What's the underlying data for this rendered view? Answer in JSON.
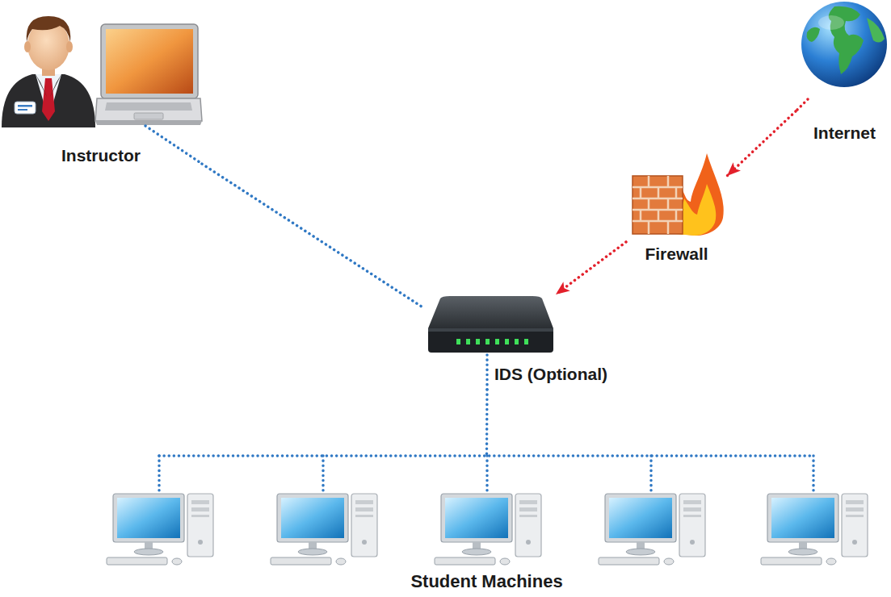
{
  "diagram": {
    "nodes": [
      {
        "text": [
          "Instructor"
        ]
      },
      {
        "text": [
          "Internet"
        ]
      },
      {
        "text": [
          "Firewall"
        ]
      },
      {
        "text": [
          "IDS (Optional)"
        ]
      },
      {
        "text": [
          "Student Machines"
        ]
      }
    ],
    "edges": [
      {
        "from": 0,
        "to": 3,
        "arrow": "none"
      },
      {
        "from": 1,
        "to": 2,
        "arrow": "to"
      },
      {
        "from": 2,
        "to": 3,
        "arrow": "to"
      },
      {
        "from": 3,
        "to": 4,
        "arrow": "none"
      }
    ]
  }
}
